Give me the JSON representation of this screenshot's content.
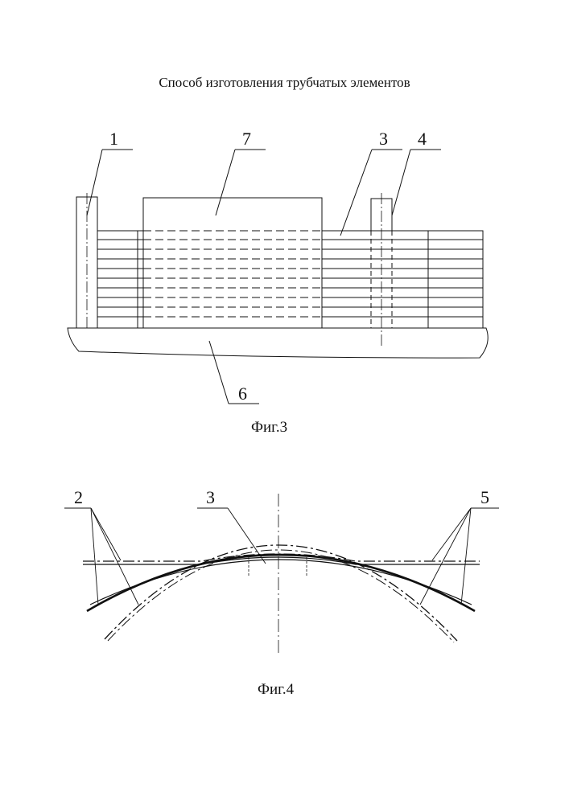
{
  "title": "Способ изготовления трубчатых элементов",
  "fig3": {
    "caption": "Фиг.3",
    "labels": [
      "1",
      "7",
      "3",
      "4",
      "6"
    ]
  },
  "fig4": {
    "caption": "Фиг.4",
    "labels": [
      "2",
      "3",
      "5"
    ]
  }
}
